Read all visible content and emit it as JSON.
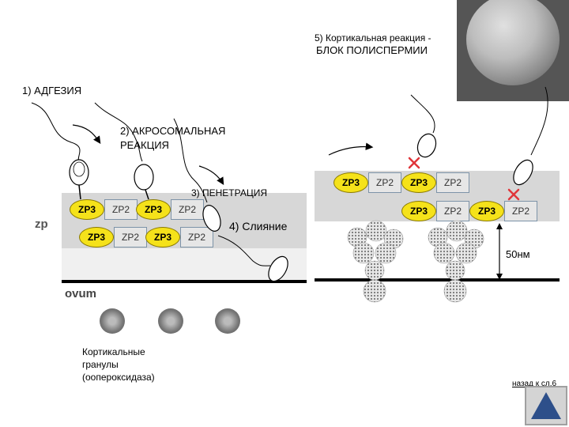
{
  "labels": {
    "adhesion": "1) АДГЕЗИЯ",
    "acrosome_line1": "2) АКРОСОМАЛЬНАЯ",
    "acrosome_line2": "РЕАКЦИЯ",
    "penetration": "3) ПЕНЕТРАЦИЯ",
    "fusion": "4) Слияние",
    "cortical_line1": "5) Кортикальная реакция -",
    "cortical_line2": "БЛОК ПОЛИСПЕРМИИ",
    "zp": "zp",
    "ovum": "ovum",
    "granules_line1": "Кортикальные",
    "granules_line2": "гранулы",
    "granules_line3": "(оопероксидаза)",
    "scale": "50нм",
    "back_link": "назад к сл.6"
  },
  "proteins": {
    "zp3": "ZP3",
    "zp2": "ZP2"
  },
  "colors": {
    "zp3": "#f5e21a",
    "zp_band": "#d7d7d7",
    "block_mark": "#e0353a"
  }
}
